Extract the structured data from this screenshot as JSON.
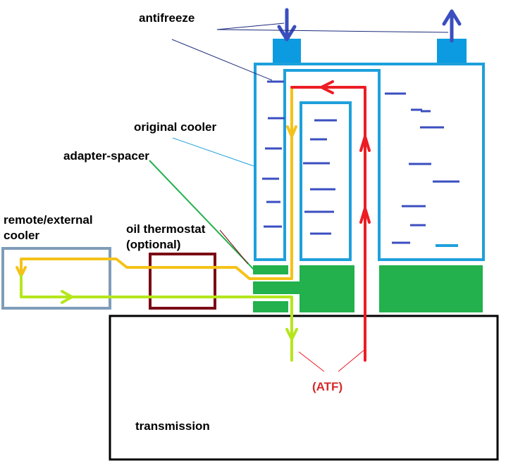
{
  "labels": {
    "antifreeze": "antifreeze",
    "original_cooler": "original cooler",
    "adapter_spacer": "adapter-spacer",
    "remote_cooler_line1": "remote/external",
    "remote_cooler_line2": "cooler",
    "oil_thermostat_line1": "oil thermostat",
    "oil_thermostat_line2": "(optional)",
    "atf": "(ATF)",
    "transmission": "transmission"
  },
  "colors": {
    "cooler_outline": "#1ea0dc",
    "antifreeze_port": "#0c9be0",
    "antifreeze_arrow": "#3a4ec0",
    "antifreeze_dash": "#3a4ec0",
    "antifreeze_dash_accent": "#1ea0dc",
    "adapter_spacer": "#22b14c",
    "thermostat_outline": "#7a0a14",
    "remote_cooler_outline": "#7f9db9",
    "hot_line": "#f5c218",
    "cool_line": "#b5e61d",
    "atf_line": "#ed1c24",
    "atf_text": "#d62a2a",
    "transmission_outline": "#000000",
    "leader_dark": "#1a2a7a",
    "leader_blue": "#1ea0dc",
    "leader_green": "#22b14c",
    "leader_maroon": "#7a0a14"
  }
}
